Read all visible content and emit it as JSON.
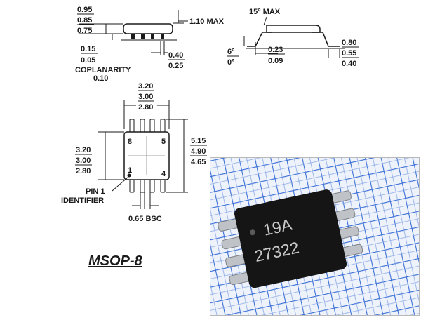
{
  "side_view": {
    "total_height": {
      "max": "0.95",
      "nom": "0.85",
      "min": "0.75"
    },
    "standoff": {
      "max": "0.15",
      "min": "0.05"
    },
    "coplanarity_label": "COPLANARITY",
    "coplanarity_value": "0.10",
    "body_height": "1.10 MAX",
    "lead_width": {
      "max": "0.40",
      "min": "0.25"
    }
  },
  "lead_detail": {
    "angle_top": "15° MAX",
    "angle_max": "6°",
    "angle_min": "0°",
    "thickness": {
      "max": "0.23",
      "min": "0.09"
    },
    "foot_length": {
      "max": "0.80",
      "nom": "0.55",
      "min": "0.40"
    }
  },
  "top_view": {
    "body_width": {
      "max": "3.20",
      "nom": "3.00",
      "min": "2.80"
    },
    "body_length": {
      "max": "3.20",
      "nom": "3.00",
      "min": "2.80"
    },
    "overall_width": {
      "max": "5.15",
      "nom": "4.90",
      "min": "4.65"
    },
    "pins": {
      "p8": "8",
      "p5": "5",
      "p1": "1",
      "p4": "4"
    },
    "pin1_label": "PIN 1",
    "identifier_label": "IDENTIFIER",
    "pitch": "0.65 BSC"
  },
  "title": "MSOP-8",
  "photo": {
    "marking_line1": "19A",
    "marking_line2": "27322",
    "colors": {
      "grid": "#3a6fd6",
      "paper": "#eef2fb",
      "chip": "#151515",
      "marking": "#c9c9c9",
      "leads": "#bfc3c7"
    }
  }
}
